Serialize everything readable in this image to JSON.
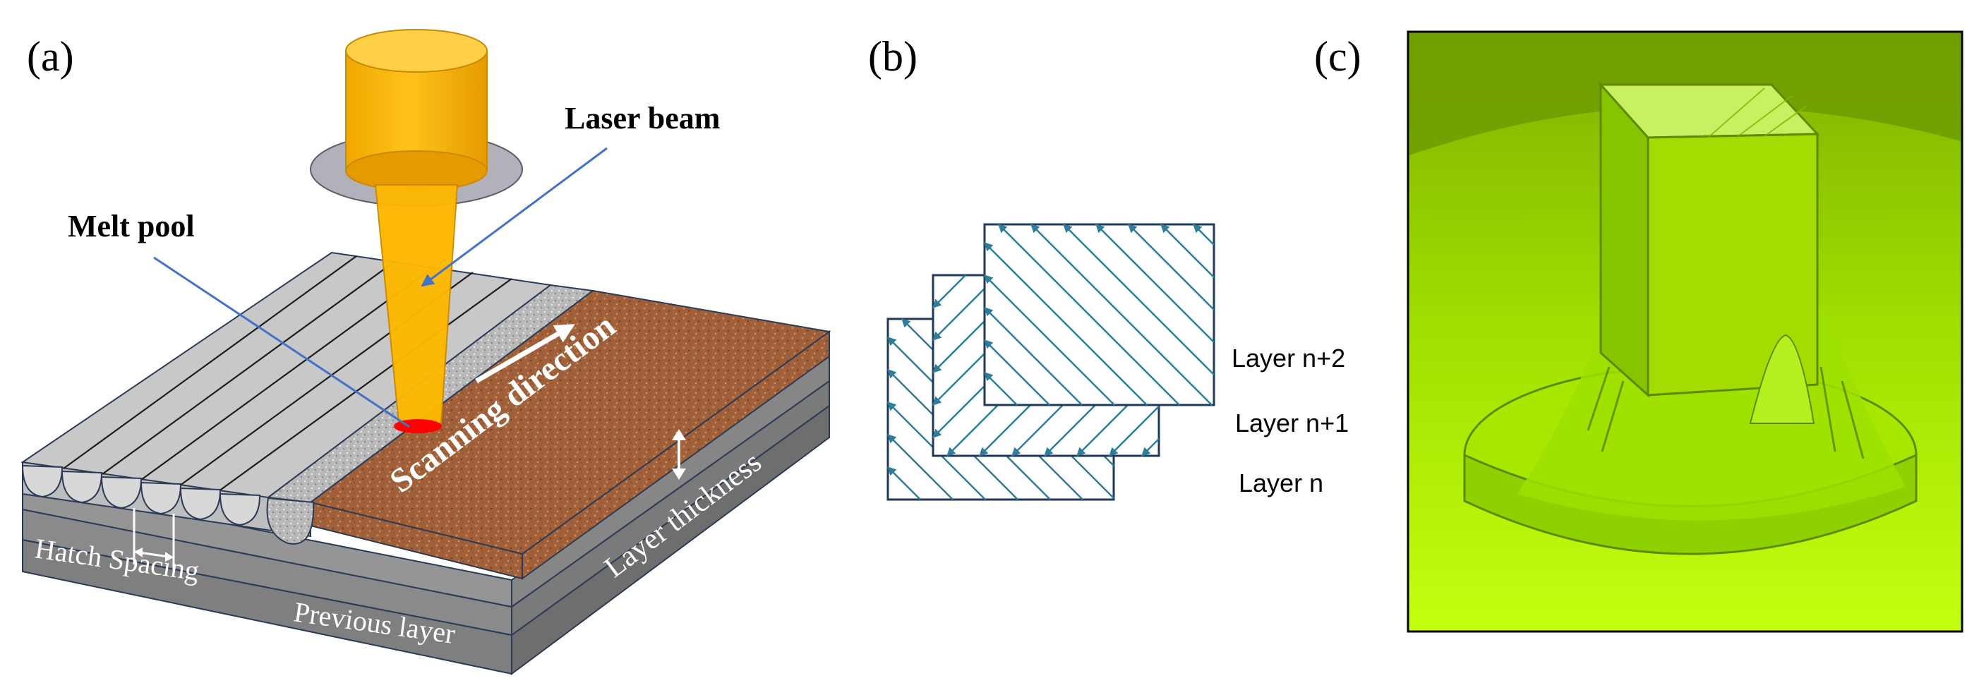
{
  "panels": {
    "a": {
      "label": "(a)",
      "labels": {
        "laser_beam": "Laser beam",
        "melt_pool": "Melt pool",
        "scanning_direction": "Scanning direction",
        "layer_thickness": "Layer thickness",
        "hatch_spacing": "Hatch Spacing",
        "previous_layer": "Previous layer"
      }
    },
    "b": {
      "label": "(b)",
      "layers": [
        "Layer n+2",
        "Layer n+1",
        "Layer n"
      ]
    },
    "c": {
      "label": "(c)"
    }
  },
  "colors": {
    "laser_body": "#FFB800",
    "laser_edge": "#C98A00",
    "collar": "#A9A9B4",
    "powder": "#A0603A",
    "solid_track": "#C8C8C8",
    "melt": "#FF0000",
    "layer_gray": "#7F7F7F",
    "pointer": "#4472C4",
    "hatch": "#2E7D9A",
    "photo_green": "#B6FF00"
  }
}
